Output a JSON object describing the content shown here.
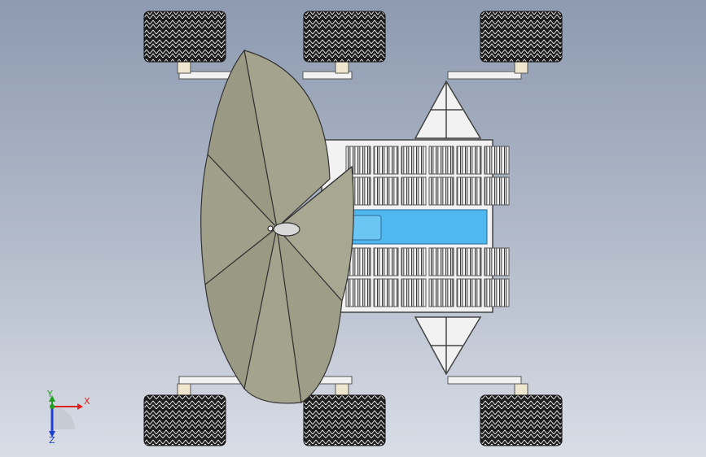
{
  "scene": {
    "description_free": true,
    "colors": {
      "background_top": "#8d9ab0",
      "background_bottom": "#d9dde6",
      "tire": "#1c1c1c",
      "tire_highlight": "#e8e8e8",
      "frame": "#f2f2f2",
      "solar_cell": "#3a3a3a",
      "solar_cell_light": "#9a9a9a",
      "blue_panel": "#4fb8f0",
      "dish": "#9a9a84",
      "dish_edge": "#333333",
      "mount_block": "#efe6cf"
    },
    "icons": [
      "tire-icon",
      "antenna-dish-icon",
      "solar-panel-icon",
      "axis-triad-icon"
    ]
  },
  "triad": {
    "x_label": "X",
    "y_label": "Y",
    "z_label": "Z",
    "x_color": "#e02020",
    "y_color": "#20a020",
    "z_color": "#2040d0"
  }
}
